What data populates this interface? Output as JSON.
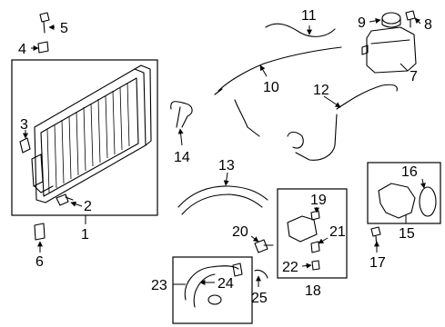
{
  "diagram": {
    "callouts": [
      "1",
      "2",
      "3",
      "4",
      "5",
      "6",
      "7",
      "8",
      "9",
      "10",
      "11",
      "12",
      "13",
      "14",
      "15",
      "16",
      "17",
      "18",
      "19",
      "20",
      "21",
      "22",
      "23",
      "24",
      "25"
    ]
  }
}
